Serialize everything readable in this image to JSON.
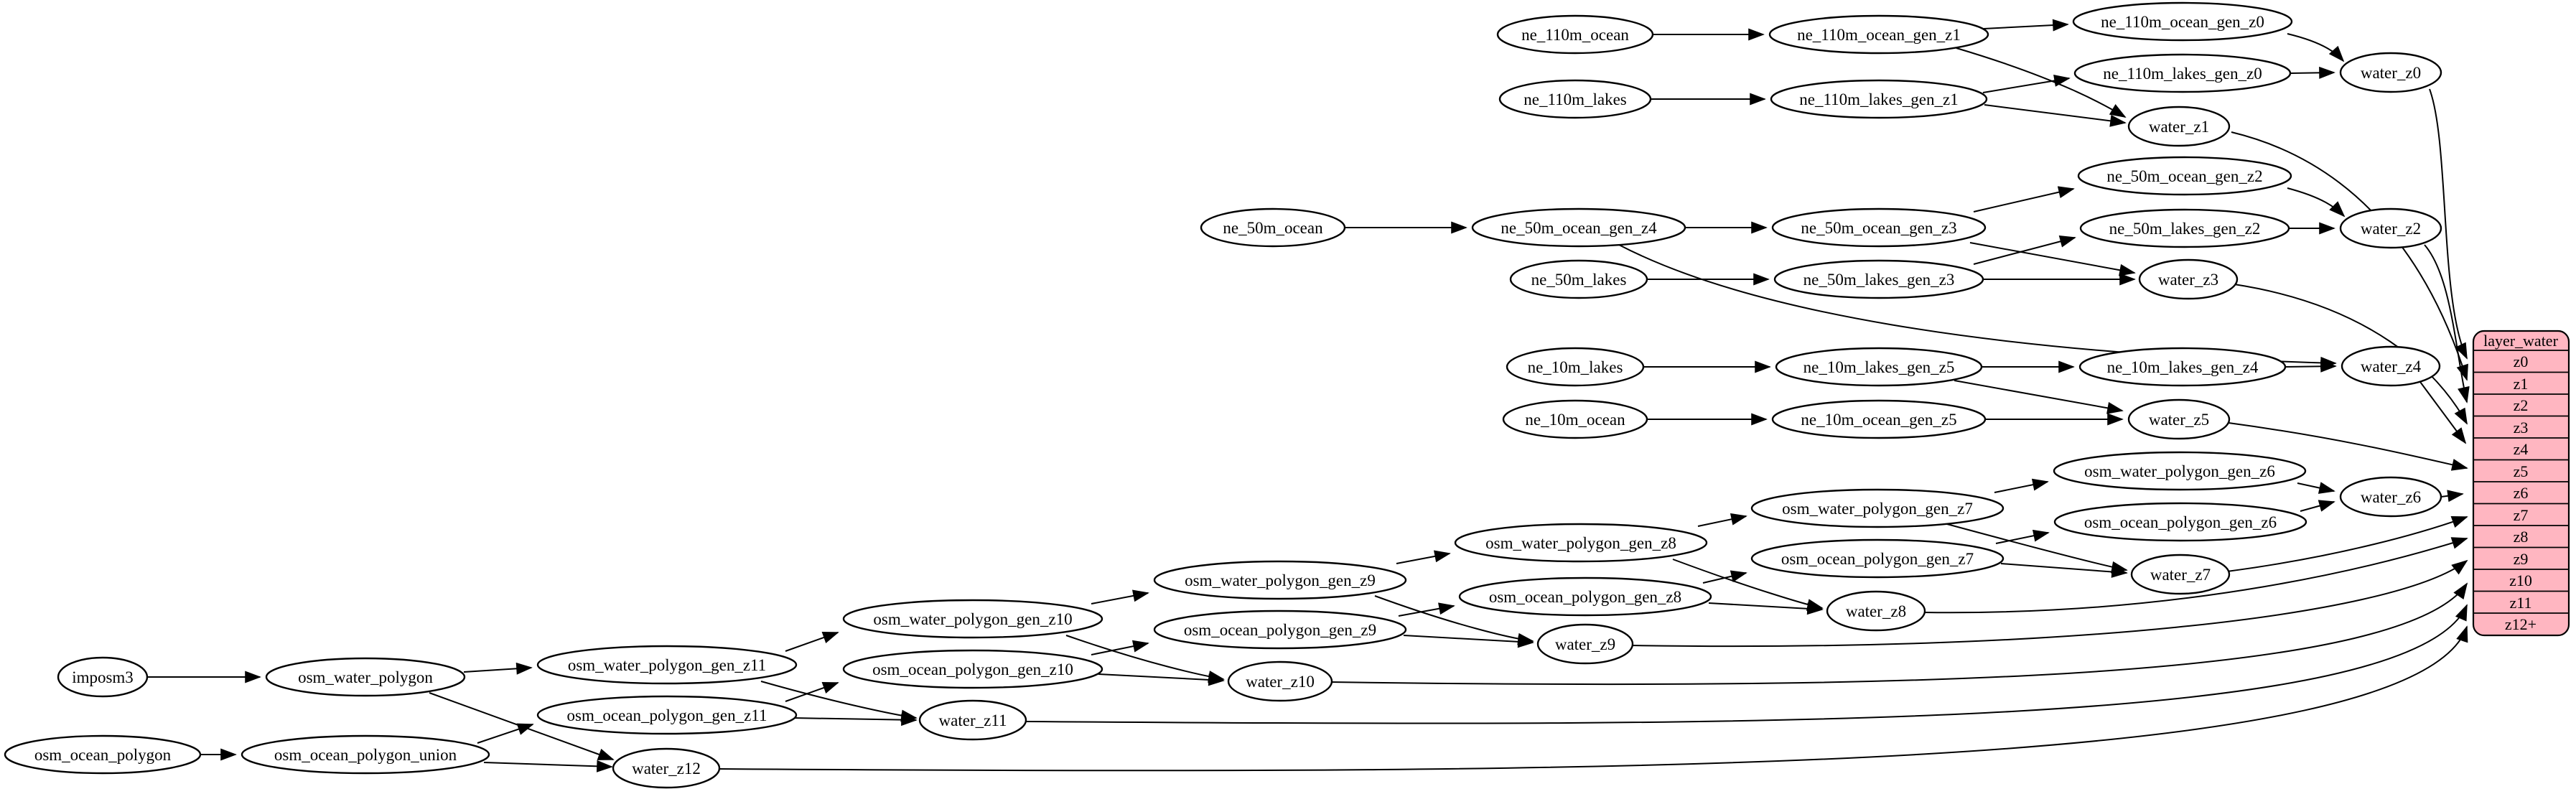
{
  "diagram": {
    "background": "#ffffff",
    "node_fill": "#ffffff",
    "node_stroke": "#000000",
    "edge_color": "#000000",
    "record_fill": "#ffb6c1"
  },
  "nodes": {
    "ne_110m_ocean": "ne_110m_ocean",
    "ne_110m_ocean_gen_z1": "ne_110m_ocean_gen_z1",
    "ne_110m_ocean_gen_z0": "ne_110m_ocean_gen_z0",
    "ne_110m_lakes": "ne_110m_lakes",
    "ne_110m_lakes_gen_z1": "ne_110m_lakes_gen_z1",
    "ne_110m_lakes_gen_z0": "ne_110m_lakes_gen_z0",
    "water_z0": "water_z0",
    "water_z1": "water_z1",
    "ne_50m_ocean": "ne_50m_ocean",
    "ne_50m_ocean_gen_z4": "ne_50m_ocean_gen_z4",
    "ne_50m_ocean_gen_z3": "ne_50m_ocean_gen_z3",
    "ne_50m_ocean_gen_z2": "ne_50m_ocean_gen_z2",
    "ne_50m_lakes": "ne_50m_lakes",
    "ne_50m_lakes_gen_z3": "ne_50m_lakes_gen_z3",
    "ne_50m_lakes_gen_z2": "ne_50m_lakes_gen_z2",
    "water_z2": "water_z2",
    "water_z3": "water_z3",
    "ne_10m_lakes": "ne_10m_lakes",
    "ne_10m_lakes_gen_z5": "ne_10m_lakes_gen_z5",
    "ne_10m_lakes_gen_z4": "ne_10m_lakes_gen_z4",
    "water_z4": "water_z4",
    "ne_10m_ocean": "ne_10m_ocean",
    "ne_10m_ocean_gen_z5": "ne_10m_ocean_gen_z5",
    "water_z5": "water_z5",
    "osm_water_polygon_gen_z6": "osm_water_polygon_gen_z6",
    "osm_water_polygon_gen_z7": "osm_water_polygon_gen_z7",
    "osm_ocean_polygon_gen_z6": "osm_ocean_polygon_gen_z6",
    "osm_ocean_polygon_gen_z7": "osm_ocean_polygon_gen_z7",
    "water_z6": "water_z6",
    "water_z7": "water_z7",
    "osm_water_polygon_gen_z8": "osm_water_polygon_gen_z8",
    "osm_ocean_polygon_gen_z8": "osm_ocean_polygon_gen_z8",
    "water_z8": "water_z8",
    "osm_water_polygon_gen_z9": "osm_water_polygon_gen_z9",
    "osm_ocean_polygon_gen_z9": "osm_ocean_polygon_gen_z9",
    "water_z9": "water_z9",
    "osm_water_polygon_gen_z10": "osm_water_polygon_gen_z10",
    "osm_ocean_polygon_gen_z10": "osm_ocean_polygon_gen_z10",
    "water_z10": "water_z10",
    "osm_water_polygon_gen_z11": "osm_water_polygon_gen_z11",
    "osm_ocean_polygon_gen_z11": "osm_ocean_polygon_gen_z11",
    "water_z11": "water_z11",
    "imposm3": "imposm3",
    "osm_water_polygon": "osm_water_polygon",
    "osm_ocean_polygon": "osm_ocean_polygon",
    "osm_ocean_polygon_union": "osm_ocean_polygon_union",
    "water_z12": "water_z12"
  },
  "layer_water": {
    "title": "layer_water",
    "rows": [
      "z0",
      "z1",
      "z2",
      "z3",
      "z4",
      "z5",
      "z6",
      "z7",
      "z8",
      "z9",
      "z10",
      "z11",
      "z12+"
    ]
  },
  "edges": [
    "ne_110m_ocean->ne_110m_ocean_gen_z1",
    "ne_110m_ocean_gen_z1->ne_110m_ocean_gen_z0",
    "ne_110m_ocean_gen_z1->water_z1",
    "ne_110m_ocean_gen_z0->water_z0",
    "ne_110m_lakes->ne_110m_lakes_gen_z1",
    "ne_110m_lakes_gen_z1->ne_110m_lakes_gen_z0",
    "ne_110m_lakes_gen_z1->water_z1",
    "ne_110m_lakes_gen_z0->water_z0",
    "ne_50m_ocean->ne_50m_ocean_gen_z4",
    "ne_50m_ocean_gen_z4->ne_50m_ocean_gen_z3",
    "ne_50m_ocean_gen_z4->water_z4",
    "ne_50m_ocean_gen_z3->ne_50m_ocean_gen_z2",
    "ne_50m_ocean_gen_z3->water_z3",
    "ne_50m_ocean_gen_z2->water_z2",
    "ne_50m_lakes->ne_50m_lakes_gen_z3",
    "ne_50m_lakes_gen_z3->ne_50m_lakes_gen_z2",
    "ne_50m_lakes_gen_z3->water_z3",
    "ne_50m_lakes_gen_z2->water_z2",
    "ne_10m_lakes->ne_10m_lakes_gen_z5",
    "ne_10m_lakes_gen_z5->ne_10m_lakes_gen_z4",
    "ne_10m_lakes_gen_z5->water_z5",
    "ne_10m_lakes_gen_z4->water_z4",
    "ne_10m_ocean->ne_10m_ocean_gen_z5",
    "ne_10m_ocean_gen_z5->water_z5",
    "imposm3->osm_water_polygon",
    "osm_water_polygon->osm_water_polygon_gen_z11",
    "osm_water_polygon->water_z12",
    "osm_ocean_polygon->osm_ocean_polygon_union",
    "osm_ocean_polygon_union->osm_ocean_polygon_gen_z11",
    "osm_ocean_polygon_union->water_z12",
    "osm_water_polygon_gen_z11->osm_water_polygon_gen_z10",
    "osm_water_polygon_gen_z11->water_z11",
    "osm_ocean_polygon_gen_z11->osm_ocean_polygon_gen_z10",
    "osm_ocean_polygon_gen_z11->water_z11",
    "osm_water_polygon_gen_z10->osm_water_polygon_gen_z9",
    "osm_water_polygon_gen_z10->water_z10",
    "osm_ocean_polygon_gen_z10->osm_ocean_polygon_gen_z9",
    "osm_ocean_polygon_gen_z10->water_z10",
    "osm_water_polygon_gen_z9->osm_water_polygon_gen_z8",
    "osm_water_polygon_gen_z9->water_z9",
    "osm_ocean_polygon_gen_z9->osm_ocean_polygon_gen_z8",
    "osm_ocean_polygon_gen_z9->water_z9",
    "osm_water_polygon_gen_z8->osm_water_polygon_gen_z7",
    "osm_water_polygon_gen_z8->water_z8",
    "osm_ocean_polygon_gen_z8->osm_ocean_polygon_gen_z7",
    "osm_ocean_polygon_gen_z8->water_z8",
    "osm_water_polygon_gen_z7->osm_water_polygon_gen_z6",
    "osm_water_polygon_gen_z7->water_z7",
    "osm_ocean_polygon_gen_z7->osm_ocean_polygon_gen_z6",
    "osm_ocean_polygon_gen_z7->water_z7",
    "osm_water_polygon_gen_z6->water_z6",
    "osm_ocean_polygon_gen_z6->water_z6",
    "water_z0->layer_water.z0",
    "water_z1->layer_water.z1",
    "water_z2->layer_water.z2",
    "water_z3->layer_water.z3",
    "water_z4->layer_water.z4",
    "water_z5->layer_water.z5",
    "water_z6->layer_water.z6",
    "water_z7->layer_water.z7",
    "water_z8->layer_water.z8",
    "water_z9->layer_water.z9",
    "water_z10->layer_water.z10",
    "water_z11->layer_water.z11",
    "water_z12->layer_water.z12+"
  ]
}
